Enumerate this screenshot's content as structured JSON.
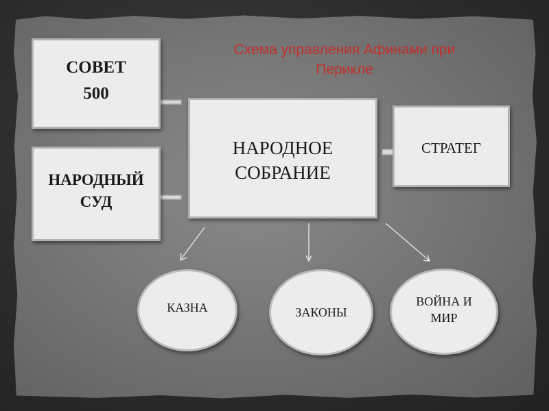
{
  "title": {
    "line1": "Схема управления Афинами при",
    "line2": "Перикле"
  },
  "nodes": {
    "sovet": {
      "line1": "СОВЕТ",
      "line2": "500"
    },
    "sud": {
      "line1": "НАРОДНЫЙ",
      "line2": "СУД"
    },
    "sobranie": {
      "line1": "НАРОДНОЕ",
      "line2": "СОБРАНИЕ"
    },
    "strateg": {
      "label": "СТРАТЕГ"
    },
    "kazna": {
      "label": "КАЗНА"
    },
    "zakony": {
      "label": "ЗАКОНЫ"
    },
    "voina": {
      "line1": "ВОЙНА И",
      "line2": "МИР"
    }
  },
  "colors": {
    "title": "#c0312b",
    "box_fill": "#ececec",
    "box_border": "#b3b3b3",
    "board": "#777777",
    "background": "#2f2f2f"
  }
}
